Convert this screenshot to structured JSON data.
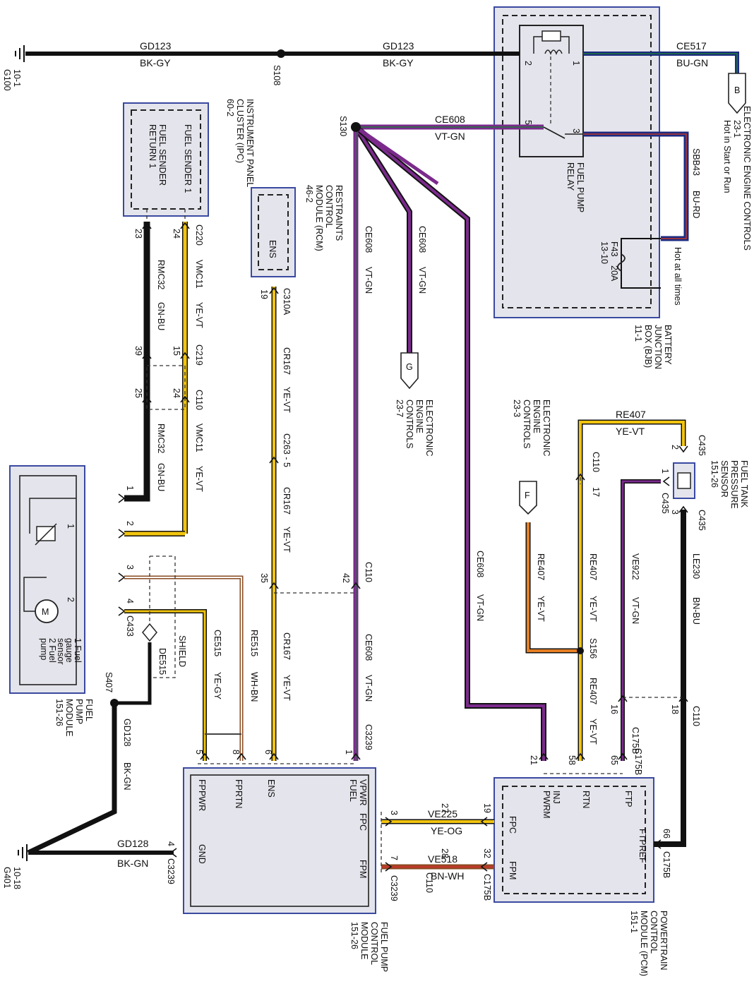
{
  "ground_top": {
    "id": "G100",
    "ref": "10-1"
  },
  "splice_s108": "S108",
  "wire_top_left": {
    "circuit": "GD123",
    "color": "BK-GY"
  },
  "wire_top_right": {
    "circuit": "GD123",
    "color": "BK-GY"
  },
  "wire_ce517": {
    "circuit": "CE517",
    "color": "BU-GN"
  },
  "connector_b": "B",
  "eec_top": {
    "name": "ELECTRONIC ENGINE CONTROLS",
    "ref": "23-1",
    "note": "Hot in Start or Run"
  },
  "bjb": {
    "name_l1": "BATTERY",
    "name_l2": "JUNCTION",
    "name_l3": "BOX (BJB)",
    "ref": "11-1"
  },
  "relay": {
    "name_l1": "FUEL PUMP",
    "name_l2": "RELAY",
    "pins": [
      "1",
      "2",
      "3",
      "5"
    ]
  },
  "wire_sbb43": {
    "circuit": "SBB43",
    "color": "BU-RD"
  },
  "fuse_f43": {
    "id": "F43",
    "rating": "20A",
    "ref": "13-10",
    "note": "Hot at all times"
  },
  "splice_s130": "S130",
  "wire_ce608_top": {
    "circuit": "CE608",
    "color": "VT-GN"
  },
  "wire_ce608_g": {
    "circuit": "CE608",
    "color": "VT-GN"
  },
  "wire_ce608_down": {
    "circuit": "CE608",
    "color": "VT-GN"
  },
  "wire_ce608_right": {
    "circuit": "CE608",
    "color": "VT-GN"
  },
  "wire_ce608_bottom": {
    "circuit": "CE608",
    "color": "VT-GN"
  },
  "connector_g": "G",
  "eec_g": {
    "l1": "ELECTRONIC",
    "l2": "ENGINE",
    "l3": "CONTROLS",
    "ref": "23-7"
  },
  "eec_f": {
    "l1": "ELECTRONIC",
    "l2": "ENGINE",
    "l3": "CONTROLS",
    "ref": "23-3"
  },
  "connector_f": "F",
  "ipc": {
    "l1": "INSTRUMENT PANEL",
    "l2": "CLUSTER (IPC)",
    "ref": "60-2",
    "pin_a": "FUEL SENDER 1",
    "pin_b_l1": "FUEL SENDER",
    "pin_b_l2": "RETURN 1"
  },
  "conn_c220": "C220",
  "conn_c219": "C219",
  "conn_c110": "C110",
  "wire_vmc11_a": {
    "circuit": "VMC11",
    "color": "YE-VT"
  },
  "wire_rmc32_a": {
    "circuit": "RMC32",
    "color": "GN-BU"
  },
  "wire_vmc11_b": {
    "circuit": "VMC11",
    "color": "YE-VT"
  },
  "wire_rmc32_b": {
    "circuit": "RMC32",
    "color": "GN-BU"
  },
  "pins_ipc": {
    "p24": "24",
    "p23": "23",
    "p15": "15",
    "p39": "39",
    "p24b": "24",
    "p25": "25"
  },
  "rcm": {
    "l1": "RESTRAINTS",
    "l2": "CONTROL",
    "l3": "MODULE (RCM)",
    "ref": "46-2",
    "pin": "ENS"
  },
  "conn_c310a": "C310A",
  "pin_19": "19",
  "wire_cr167_a": {
    "circuit": "CR167",
    "color": "YE-VT"
  },
  "conn_c263": "C263 - 5",
  "wire_cr167_b": {
    "circuit": "CR167",
    "color": "YE-VT"
  },
  "wire_cr167_c": {
    "circuit": "CR167",
    "color": "YE-VT"
  },
  "pin_35": "35",
  "pin_42": "42",
  "conn_c110_mid": "C110",
  "fpm_module": {
    "l1": "FUEL",
    "l2": "PUMP",
    "l3": "MODULE",
    "ref": "151-26",
    "legend_1": "1 Fuel",
    "legend_1b": "gauge",
    "legend_1c": "sensor",
    "legend_2": "2 Fuel",
    "legend_2b": "pump",
    "motor": "M"
  },
  "fpm_pins": {
    "p1": "1",
    "p2": "2",
    "p3": "3",
    "p4": "4",
    "s1": "1",
    "s2": "2"
  },
  "conn_c433": "C433",
  "shield": "SHIELD",
  "wire_de515": "DE515",
  "splice_s407": "S407",
  "wire_re515": {
    "circuit": "RE515",
    "color": "WH-BN"
  },
  "wire_ce515": {
    "circuit": "CE515",
    "color": "YE-GY"
  },
  "wire_gd128_a": {
    "circuit": "GD128",
    "color": "BK-GN"
  },
  "wire_gd128_b": {
    "circuit": "GD128",
    "color": "BK-GN"
  },
  "ground_bottom": {
    "id": "G401",
    "ref": "10-18"
  },
  "fpcm": {
    "l1": "FUEL PUMP",
    "l2": "CONTROL",
    "l3": "MODULE",
    "ref": "151-26",
    "pins": {
      "fppwr": "FPPWR",
      "fprtn": "FPRTN",
      "ens": "ENS",
      "vpwr_fuel_l1": "VPWR",
      "vpwr_fuel_l2": "FUEL",
      "gnd": "GND",
      "fpc": "FPC",
      "fpm": "FPM"
    },
    "pin_nums": {
      "p5": "5",
      "p8": "8",
      "p6": "6",
      "p1": "1",
      "p4": "4",
      "p3": "3",
      "p7": "7"
    },
    "conn_top": "C3239",
    "conn_gnd": "C3239",
    "conn_bot": "C3239"
  },
  "wire_ve225": {
    "circuit": "VE225",
    "color": "YE-OG"
  },
  "wire_ve518": {
    "circuit": "VE518",
    "color": "BN-WH"
  },
  "pcm_link_pins": {
    "p27": "27",
    "p19": "19",
    "p28": "28",
    "p32": "32"
  },
  "conn_c110_bot": "C110",
  "conn_c175b_bot": "C175B",
  "pcm": {
    "l1": "POWERTRAIN",
    "l2": "CONTROL",
    "l3": "MODULE (PCM)",
    "ref": "151-1",
    "pins": {
      "inj1": "INJ",
      "inj2": "PWRM",
      "rtn": "RTN",
      "ftp": "FTP",
      "ftpref": "FTPREF",
      "fpc": "FPC",
      "fpm": "FPM"
    },
    "pin_nums": {
      "p21": "21",
      "p58": "58",
      "p65": "65",
      "p66": "66"
    },
    "conn": "C175B",
    "conn_r": "C175B"
  },
  "ftps": {
    "l1": "FUEL TANK",
    "l2": "PRESSURE",
    "l3": "SENSOR",
    "ref": "151-26"
  },
  "ftps_pins": {
    "p1": "1",
    "p2": "2",
    "p3": "3"
  },
  "conn_c435": "C435",
  "conn_c435_b": "C435",
  "conn_c435_c": "C435",
  "wire_re407_top": {
    "circuit": "RE407",
    "color": "YE-VT"
  },
  "wire_re407_mid": {
    "circuit": "RE407",
    "color": "YE-VT"
  },
  "wire_re407_f": {
    "circuit": "RE407",
    "color": "YE-VT"
  },
  "wire_re407_bot": {
    "circuit": "RE407",
    "color": "YE-VT"
  },
  "splice_s156": "S156",
  "conn_c110_r": "C110",
  "pin_17": "17",
  "wire_ve922": {
    "circuit": "VE922",
    "color": "VT-GN"
  },
  "wire_le230": {
    "circuit": "LE230",
    "color": "BN-BU"
  },
  "conn_c110_r2": "C110",
  "pins_r": {
    "p16": "16",
    "p18": "18"
  },
  "conn_c175b_r": "C175B",
  "colors": {
    "black": "#111111",
    "yellow": "#f1c40f",
    "violet": "#7b2a8c",
    "green": "#1f7a3a",
    "blue": "#1b2a80",
    "brown": "#8a4a20",
    "orange": "#e67e22",
    "module_fill": "#e4e4ec",
    "module_border": "#3a4aa0"
  }
}
